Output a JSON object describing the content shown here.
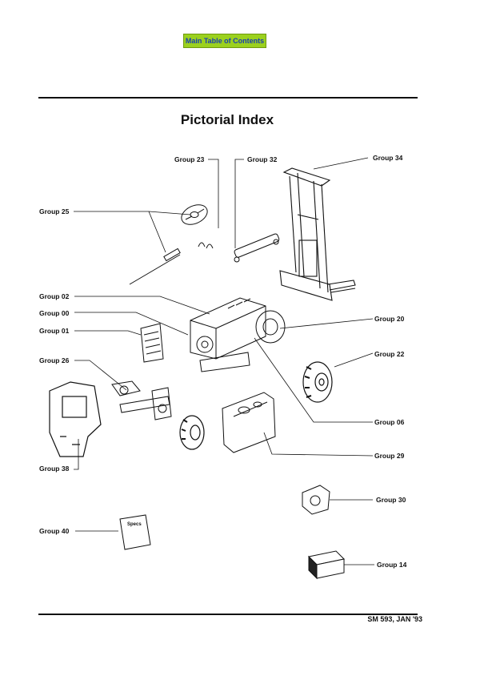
{
  "nav": {
    "toc_label": "Main Table of Contents"
  },
  "page": {
    "title": "Pictorial Index",
    "footer": "SM 593, JAN '93"
  },
  "groups": {
    "g23": "Group 23",
    "g32": "Group 32",
    "g34": "Group 34",
    "g25": "Group 25",
    "g02": "Group 02",
    "g00": "Group 00",
    "g01": "Group 01",
    "g20": "Group 20",
    "g22": "Group 22",
    "g26": "Group 26",
    "g06": "Group 06",
    "g29": "Group 29",
    "g38": "Group 38",
    "g30": "Group 30",
    "g40": "Group 40",
    "g14": "Group 14"
  },
  "illustrations": {
    "specs_label": "Specs"
  }
}
